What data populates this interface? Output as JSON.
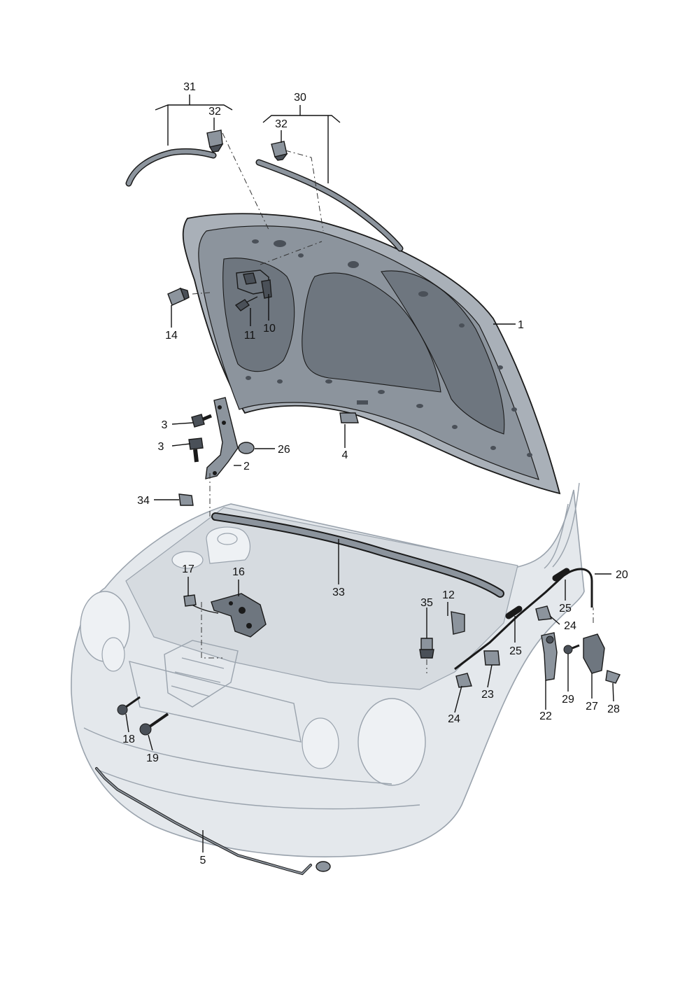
{
  "diagram": {
    "colors": {
      "part_fill": "#8c949d",
      "part_dark": "#4a5058",
      "panel_fill": "#a9b0b8",
      "body_fill": "#e4e8ec",
      "body_line": "#9aa3ad",
      "line": "#111111"
    },
    "callouts": [
      {
        "id": "c1",
        "text": "1"
      },
      {
        "id": "c2",
        "text": "2"
      },
      {
        "id": "c3a",
        "text": "3"
      },
      {
        "id": "c3b",
        "text": "3"
      },
      {
        "id": "c4",
        "text": "4"
      },
      {
        "id": "c5",
        "text": "5"
      },
      {
        "id": "c10",
        "text": "10"
      },
      {
        "id": "c11",
        "text": "11"
      },
      {
        "id": "c12",
        "text": "12"
      },
      {
        "id": "c14",
        "text": "14"
      },
      {
        "id": "c16",
        "text": "16"
      },
      {
        "id": "c17",
        "text": "17"
      },
      {
        "id": "c18",
        "text": "18"
      },
      {
        "id": "c19",
        "text": "19"
      },
      {
        "id": "c20",
        "text": "20"
      },
      {
        "id": "c22",
        "text": "22"
      },
      {
        "id": "c23",
        "text": "23"
      },
      {
        "id": "c24a",
        "text": "24"
      },
      {
        "id": "c24b",
        "text": "24"
      },
      {
        "id": "c25a",
        "text": "25"
      },
      {
        "id": "c25b",
        "text": "25"
      },
      {
        "id": "c26",
        "text": "26"
      },
      {
        "id": "c27",
        "text": "27"
      },
      {
        "id": "c28",
        "text": "28"
      },
      {
        "id": "c29",
        "text": "29"
      },
      {
        "id": "c30",
        "text": "30"
      },
      {
        "id": "c31",
        "text": "31"
      },
      {
        "id": "c32a",
        "text": "32"
      },
      {
        "id": "c32b",
        "text": "32"
      },
      {
        "id": "c33",
        "text": "33"
      },
      {
        "id": "c34",
        "text": "34"
      },
      {
        "id": "c35",
        "text": "35"
      }
    ]
  }
}
